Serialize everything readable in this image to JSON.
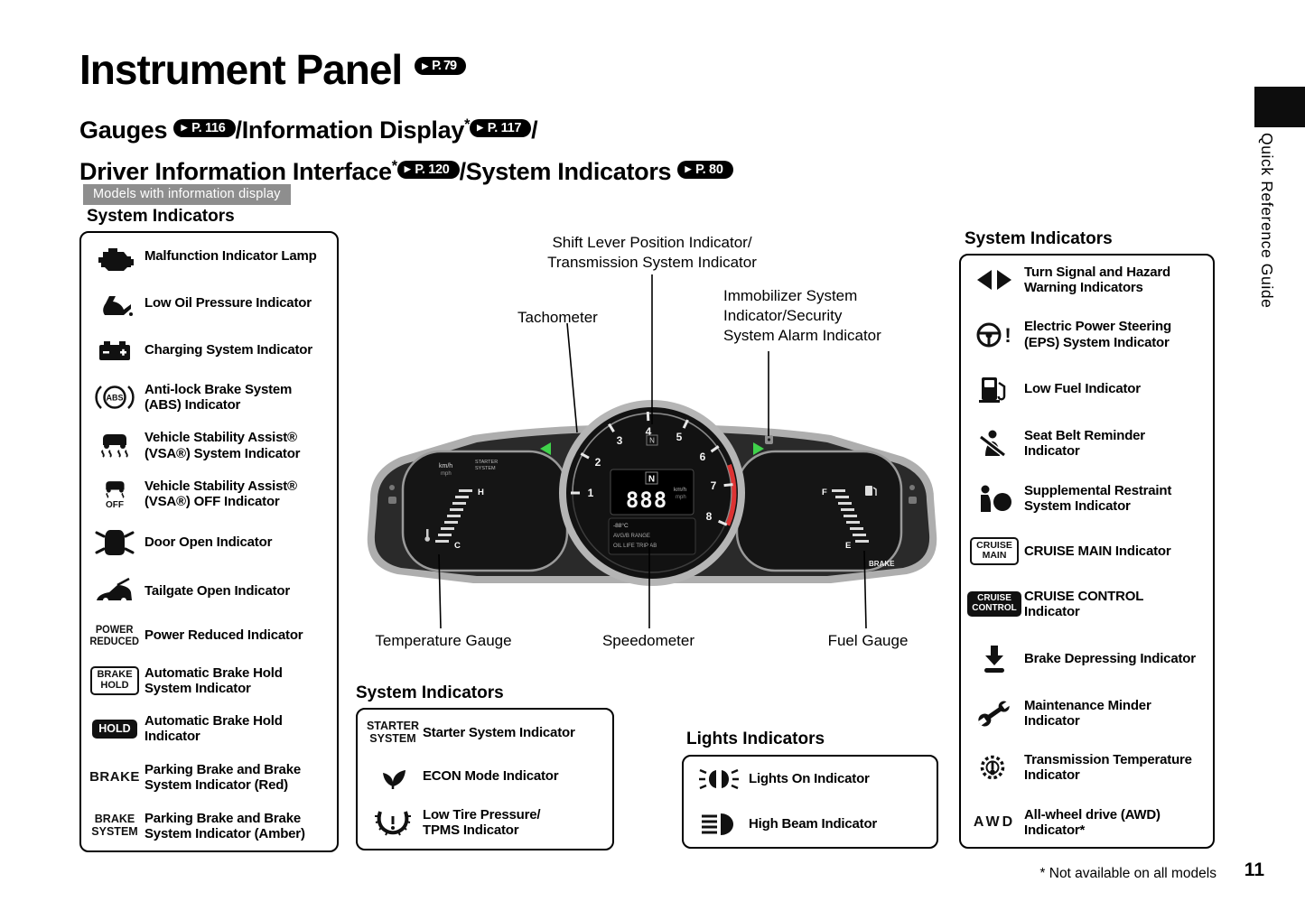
{
  "heading": {
    "title": "Instrument Panel",
    "ref_arrow": "▶",
    "ref_title": "P. 79",
    "line1_text1": "Gauges ",
    "ref1": "P. 116",
    "line1_text2": "/Information Display",
    "star": "*",
    "ref2": "P. 117",
    "line1_text3": "/",
    "line2_text1": "Driver Information Interface",
    "ref3": "P. 120",
    "line2_text2": "/System Indicators ",
    "ref4": "P. 80"
  },
  "models_badge": "Models with information display",
  "left_panel": {
    "header": "System Indicators",
    "items": [
      {
        "icon": "engine-icon",
        "label": "Malfunction Indicator Lamp"
      },
      {
        "icon": "oil-icon",
        "label": "Low Oil Pressure Indicator"
      },
      {
        "icon": "battery-icon",
        "label": "Charging System Indicator"
      },
      {
        "icon": "abs-icon",
        "icon_lines": [
          "ABS"
        ],
        "label": "Anti-lock Brake System (ABS) Indicator"
      },
      {
        "icon": "vsa-icon",
        "label": "Vehicle Stability Assist® (VSA®) System Indicator"
      },
      {
        "icon": "vsa-off-icon",
        "icon_lines": [
          "OFF"
        ],
        "label": "Vehicle Stability Assist® (VSA®) OFF Indicator"
      },
      {
        "icon": "door-open-icon",
        "label": "Door Open Indicator"
      },
      {
        "icon": "tailgate-icon",
        "label": "Tailgate Open Indicator"
      },
      {
        "icon": "power-reduced-text",
        "icon_lines": [
          "POWER",
          "REDUCED"
        ],
        "label": "Power Reduced Indicator"
      },
      {
        "icon": "brake-hold-badge",
        "icon_lines": [
          "BRAKE",
          "HOLD"
        ],
        "label": "Automatic Brake Hold System Indicator"
      },
      {
        "icon": "hold-badge",
        "icon_lines": [
          "HOLD"
        ],
        "label": "Automatic Brake Hold Indicator"
      },
      {
        "icon": "brake-text",
        "icon_lines": [
          "BRAKE"
        ],
        "label": "Parking Brake and Brake System Indicator (Red)"
      },
      {
        "icon": "brake-system-text",
        "icon_lines": [
          "BRAKE",
          "SYSTEM"
        ],
        "label": "Parking Brake and Brake System Indicator (Amber)"
      }
    ]
  },
  "right_panel": {
    "header": "System Indicators",
    "items": [
      {
        "icon": "turn-signal-icon",
        "label": "Turn Signal and Hazard Warning Indicators"
      },
      {
        "icon": "eps-icon",
        "label": "Electric Power Steering (EPS) System Indicator"
      },
      {
        "icon": "low-fuel-icon",
        "label": "Low Fuel Indicator"
      },
      {
        "icon": "seat-belt-icon",
        "label": "Seat Belt Reminder Indicator"
      },
      {
        "icon": "srs-icon",
        "label": "Supplemental Restraint System Indicator"
      },
      {
        "icon": "cruise-main-badge",
        "icon_lines": [
          "CRUISE",
          "MAIN"
        ],
        "label": "CRUISE MAIN Indicator"
      },
      {
        "icon": "cruise-control-badge",
        "icon_lines": [
          "CRUISE",
          "CONTROL"
        ],
        "label": "CRUISE CONTROL Indicator"
      },
      {
        "icon": "brake-depress-icon",
        "label": "Brake Depressing Indicator"
      },
      {
        "icon": "maintenance-icon",
        "label": "Maintenance Minder Indicator"
      },
      {
        "icon": "trans-temp-icon",
        "label": "Transmission Temperature Indicator"
      },
      {
        "icon": "awd-text",
        "icon_lines": [
          "AWD"
        ],
        "label": "All-wheel drive (AWD) Indicator*"
      }
    ]
  },
  "center_panel": {
    "header": "System Indicators",
    "items": [
      {
        "icon": "starter-system-text",
        "icon_lines": [
          "STARTER",
          "SYSTEM"
        ],
        "label": "Starter System Indicator"
      },
      {
        "icon": "econ-icon",
        "label": "ECON Mode Indicator"
      },
      {
        "icon": "tpms-icon",
        "label": "Low Tire Pressure/ TPMS Indicator"
      }
    ]
  },
  "lights_panel": {
    "header": "Lights Indicators",
    "items": [
      {
        "icon": "lights-on-icon",
        "label": "Lights On Indicator"
      },
      {
        "icon": "high-beam-icon",
        "label": "High Beam Indicator"
      }
    ]
  },
  "callouts": {
    "shift_line1": "Shift Lever Position Indicator/",
    "shift_line2": "Transmission System Indicator",
    "tachometer": "Tachometer",
    "immobilizer_line1": "Immobilizer System",
    "immobilizer_line2": "Indicator/Security",
    "immobilizer_line3": "System Alarm Indicator",
    "temperature": "Temperature Gauge",
    "speedometer": "Speedometer",
    "fuel": "Fuel Gauge"
  },
  "cluster": {
    "tach_numbers": [
      "1",
      "2",
      "3",
      "4",
      "5",
      "6",
      "7",
      "8"
    ],
    "gear": "N",
    "speed": "888",
    "unit_kmh": "km/h",
    "unit_mph": "mph",
    "starter_line1": "STARTER",
    "starter_line2": "SYSTEM",
    "temp_h": "H",
    "temp_c": "C",
    "fuel_f": "F",
    "fuel_e": "E",
    "brake_text": "BRAKE",
    "disp1": "-88°C",
    "disp2": "AVG/B   RANGE",
    "disp3": "OIL LIFE   TRIP AB"
  },
  "sidebar": {
    "text": "Quick Reference Guide"
  },
  "footer": {
    "footnote": "* Not available on all models",
    "page_number": "11"
  }
}
